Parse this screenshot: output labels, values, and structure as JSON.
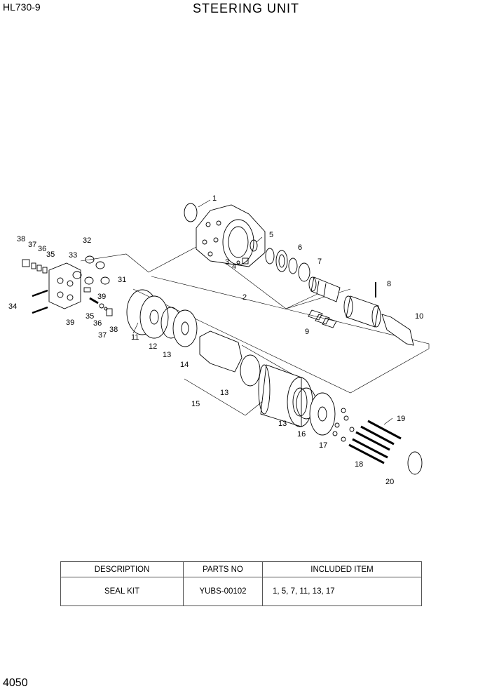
{
  "header": {
    "model": "HL730-9",
    "title": "STEERING UNIT"
  },
  "footer": {
    "page_number": "4050"
  },
  "callouts": [
    "1",
    "2",
    "3",
    "4",
    "5",
    "6",
    "7",
    "8",
    "9",
    "10",
    "11",
    "12",
    "13",
    "14",
    "15",
    "16",
    "17",
    "18",
    "19",
    "20",
    "31",
    "32",
    "33",
    "34",
    "35",
    "36",
    "37",
    "38",
    "39"
  ],
  "table": {
    "headers": [
      "DESCRIPTION",
      "PARTS NO",
      "INCLUDED ITEM"
    ],
    "rows": [
      {
        "description": "SEAL KIT",
        "parts_no": "YUBS-00102",
        "included": "1, 5, 7, 11, 13, 17"
      }
    ]
  }
}
